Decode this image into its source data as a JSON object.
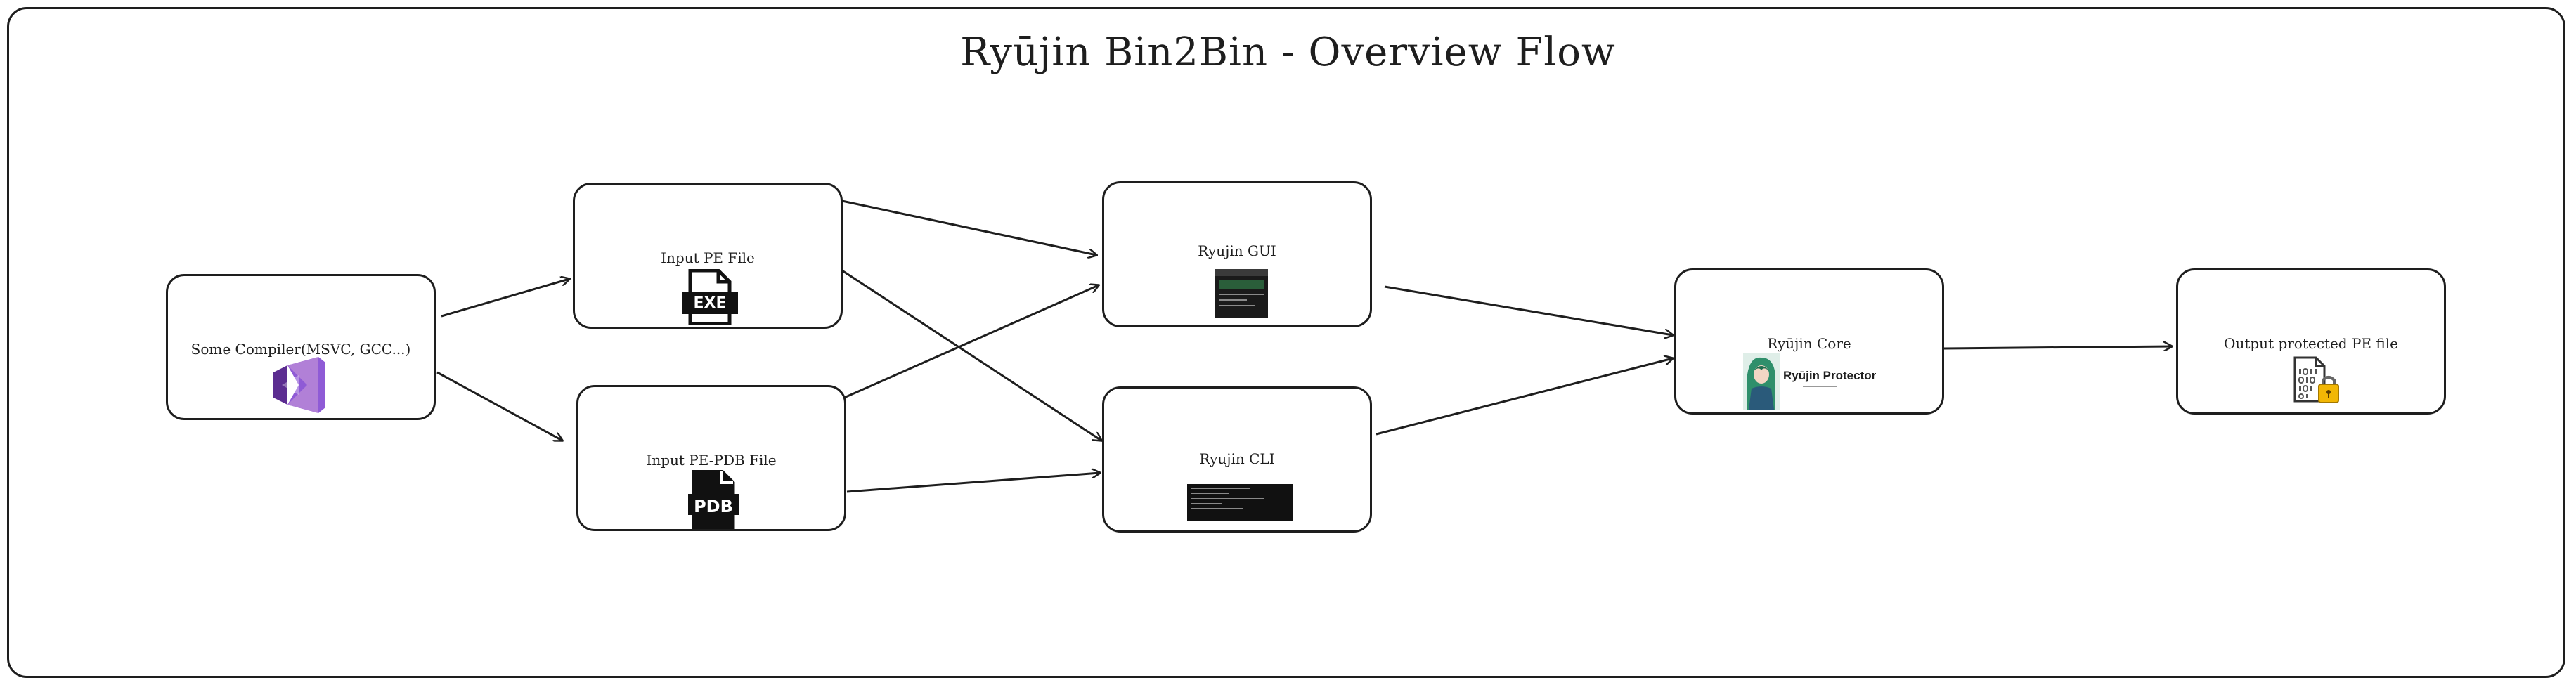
{
  "title": "Ryūjin Bin2Bin - Overview Flow",
  "nodes": {
    "compiler": {
      "label": "Some Compiler(MSVC, GCC...)",
      "icon": "visual-studio-icon"
    },
    "input_pe": {
      "label": "Input PE File",
      "icon": "exe-file-icon",
      "badge": "EXE"
    },
    "input_pdb": {
      "label": "Input PE-PDB File",
      "icon": "pdb-file-icon",
      "badge": "PDB"
    },
    "gui": {
      "label": "Ryujin GUI",
      "icon": "gui-screenshot-thumbnail"
    },
    "cli": {
      "label": "Ryujin CLI",
      "icon": "cli-terminal-thumbnail"
    },
    "core": {
      "label": "Ryūjin Core",
      "icon": "ryujin-mascot-icon",
      "caption": "Ryūjin Protector"
    },
    "output": {
      "label": "Output protected PE file",
      "icon": "protected-file-lock-icon"
    }
  },
  "edges": [
    [
      "compiler",
      "input_pe"
    ],
    [
      "compiler",
      "input_pdb"
    ],
    [
      "input_pe",
      "gui"
    ],
    [
      "input_pe",
      "cli"
    ],
    [
      "input_pdb",
      "gui"
    ],
    [
      "input_pdb",
      "cli"
    ],
    [
      "gui",
      "core"
    ],
    [
      "cli",
      "core"
    ],
    [
      "core",
      "output"
    ]
  ],
  "colors": {
    "stroke": "#1e1e1e",
    "vs_purple_dark": "#5c2d91",
    "vs_purple_light": "#b180d7",
    "lock_gold": "#f2b705"
  }
}
